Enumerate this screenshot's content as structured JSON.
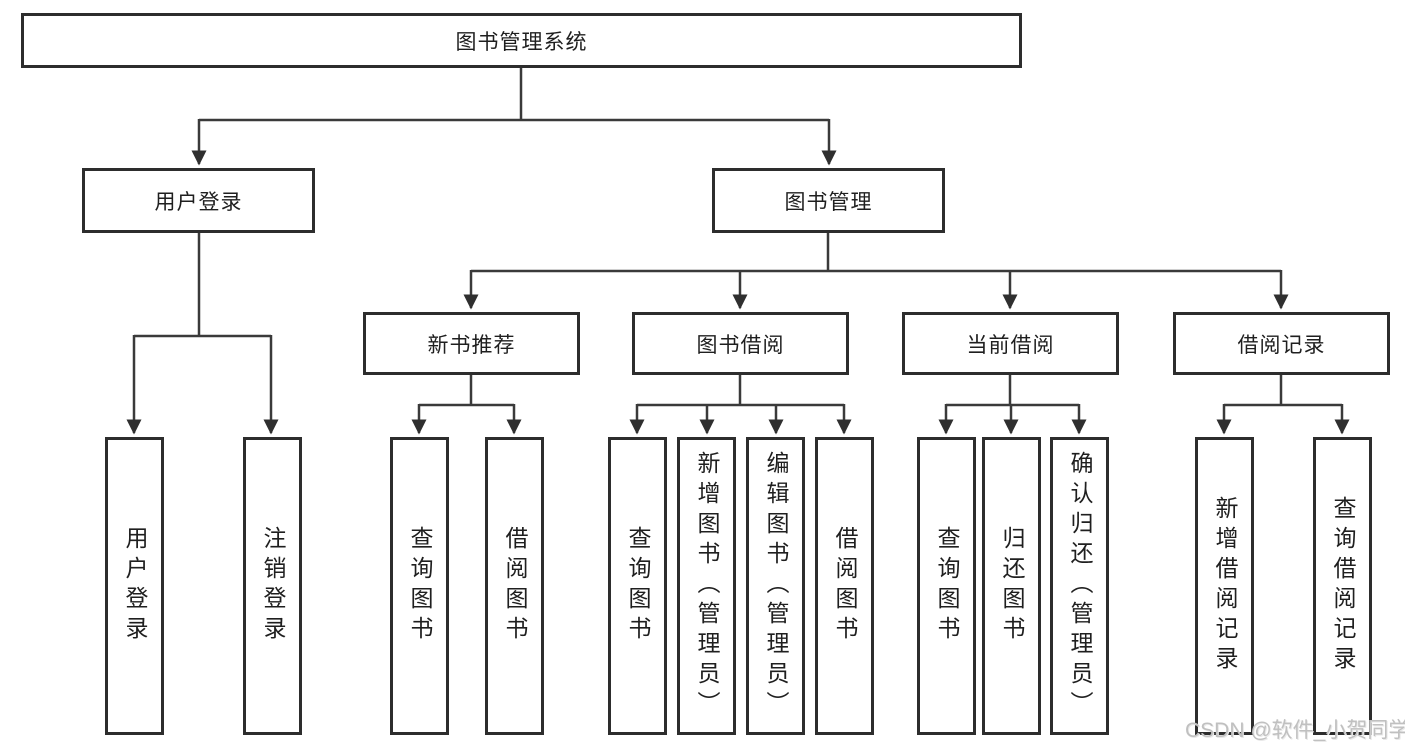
{
  "diagram": {
    "title_node": "图书管理系统",
    "branches": {
      "user_login": {
        "label": "用户登录",
        "children": [
          {
            "label": "用户登录"
          },
          {
            "label": "注销登录"
          }
        ]
      },
      "book_management": {
        "label": "图书管理",
        "groups": [
          {
            "label": "新书推荐",
            "children": [
              {
                "label": "查询图书"
              },
              {
                "label": "借阅图书"
              }
            ]
          },
          {
            "label": "图书借阅",
            "children": [
              {
                "label": "查询图书"
              },
              {
                "label": "新增图书（管理员）"
              },
              {
                "label": "编辑图书（管理员）"
              },
              {
                "label": "借阅图书"
              }
            ]
          },
          {
            "label": "当前借阅",
            "children": [
              {
                "label": "查询图书"
              },
              {
                "label": "归还图书"
              },
              {
                "label": "确认归还（管理员）"
              }
            ]
          },
          {
            "label": "借阅记录",
            "children": [
              {
                "label": "新增借阅记录"
              },
              {
                "label": "查询借阅记录"
              }
            ]
          }
        ]
      }
    }
  },
  "watermark": {
    "text": "CSDN @软件_小贺同学"
  },
  "colors": {
    "line": "#3a3a3a",
    "box_border": "#2d2d2d",
    "text": "#1f1f1f",
    "watermark": "#c0c0c0",
    "background": "#ffffff"
  }
}
